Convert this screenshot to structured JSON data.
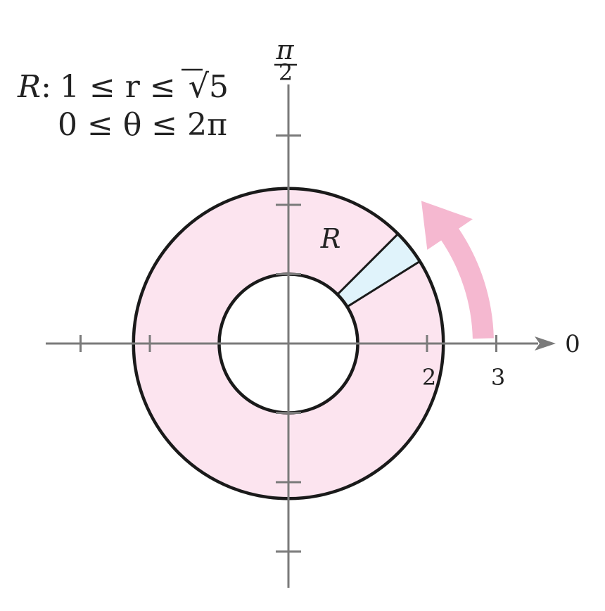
{
  "region_label": {
    "name": "R",
    "separator": ":",
    "line1": "1 ≤ r ≤ ",
    "sqrt_arg": "5",
    "line2": "0 ≤ θ ≤ 2π"
  },
  "axis_labels": {
    "top_numerator": "π",
    "top_denominator": "2",
    "right": "0"
  },
  "tick_labels": {
    "two": "2",
    "three": "3"
  },
  "sector_label": "R",
  "region": {
    "r_min": 1,
    "r_max": 2.2360679775,
    "theta_min": 0,
    "theta_max": 6.2831853
  },
  "sector": {
    "theta_start_deg": 32,
    "theta_end_deg": 45
  },
  "colors": {
    "ring_fill": "#fce4ef",
    "sector_fill": "#e0f3fb",
    "arrow": "#f5b8d0",
    "axis": "#7a7a7a",
    "outline": "#1a1a1a",
    "text": "#222222"
  }
}
